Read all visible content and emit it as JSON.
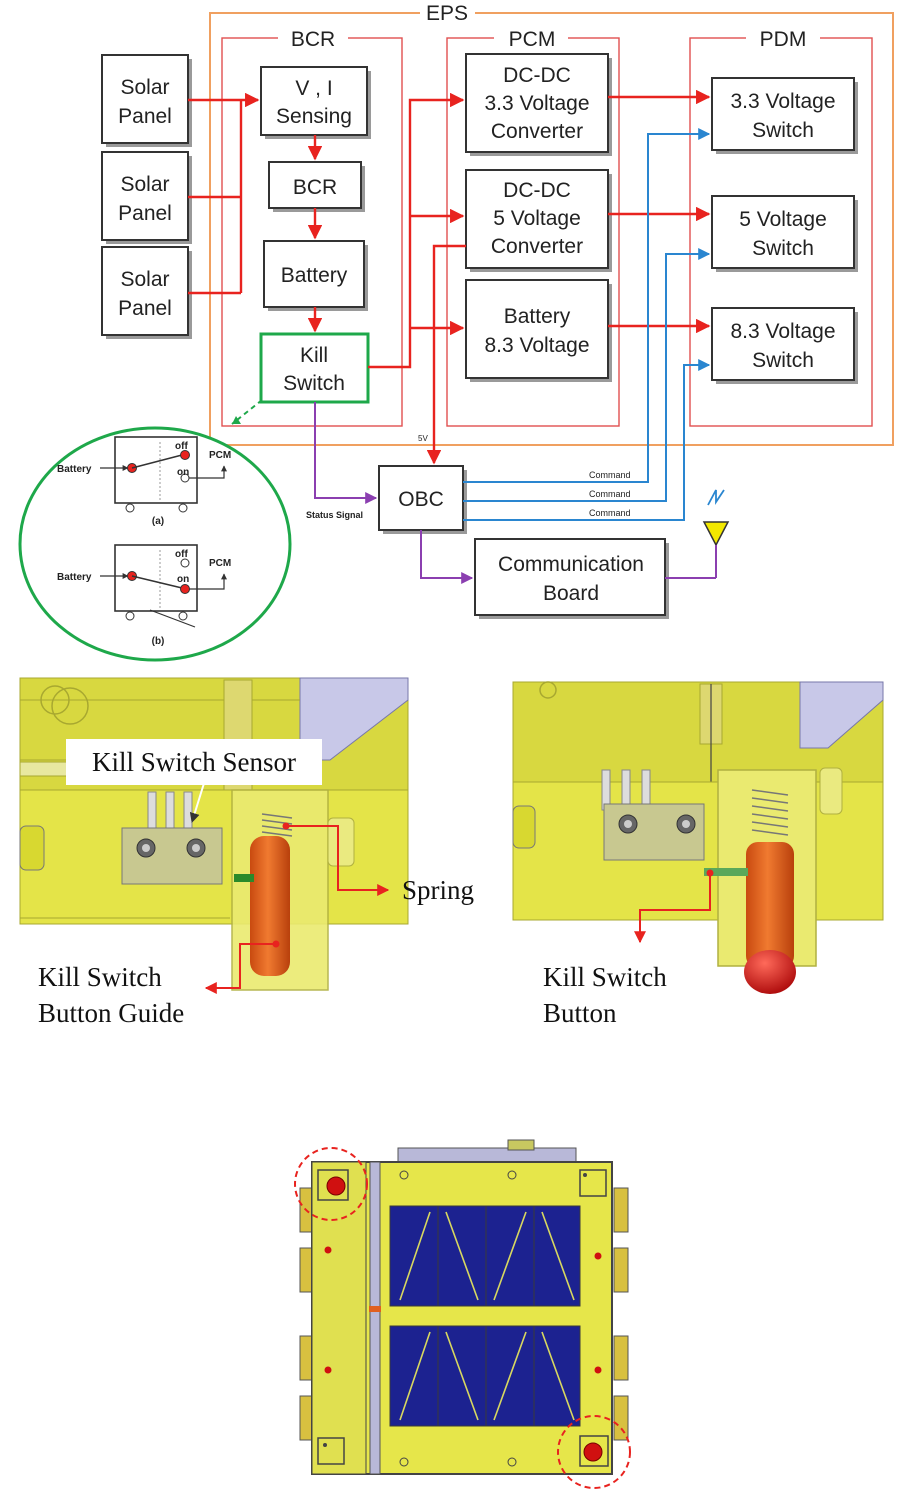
{
  "diagram": {
    "groups": {
      "eps": "EPS",
      "bcr": "BCR",
      "pcm": "PCM",
      "pdm": "PDM"
    },
    "solar_panels": [
      {
        "line1": "Solar",
        "line2": "Panel"
      },
      {
        "line1": "Solar",
        "line2": "Panel"
      },
      {
        "line1": "Solar",
        "line2": "Panel"
      }
    ],
    "bcr_blocks": {
      "sensing": {
        "line1": "V , I",
        "line2": "Sensing"
      },
      "bcr": "BCR",
      "battery": "Battery",
      "kill_switch": {
        "line1": "Kill",
        "line2": "Switch"
      }
    },
    "pcm_blocks": [
      {
        "line1": "DC-DC",
        "line2": "3.3 Voltage",
        "line3": "Converter"
      },
      {
        "line1": "DC-DC",
        "line2": "5 Voltage",
        "line3": "Converter"
      },
      {
        "line1": "Battery",
        "line2": "8.3 Voltage"
      }
    ],
    "pdm_blocks": [
      {
        "line1": "3.3 Voltage",
        "line2": "Switch"
      },
      {
        "line1": "5 Voltage",
        "line2": "Switch"
      },
      {
        "line1": "8.3 Voltage",
        "line2": "Switch"
      }
    ],
    "obc": "OBC",
    "communication_board": {
      "line1": "Communication",
      "line2": "Board"
    },
    "labels": {
      "five_v": "5V",
      "status_signal": "Status Signal",
      "command": "Command"
    },
    "inset": {
      "battery": "Battery",
      "pcm": "PCM",
      "off": "off",
      "on": "on",
      "a": "(a)",
      "b": "(b)"
    }
  },
  "cad_views": {
    "left": {
      "sensor": "Kill Switch Sensor",
      "spring": "Spring",
      "guide_line1": "Kill Switch",
      "guide_line2": "Button Guide"
    },
    "right": {
      "button_line1": "Kill Switch",
      "button_line2": "Button"
    }
  },
  "colors": {
    "eps_frame": "#f0a060",
    "group_frame": "#e05050",
    "power_line": "#e8231f",
    "command_line": "#2a86d0",
    "signal_line": "#8b3fb0",
    "kill_switch_border": "#1ea84a",
    "cad_body": "#e6e64a",
    "button": "#e0601a",
    "solar_cell": "#1c2290"
  }
}
